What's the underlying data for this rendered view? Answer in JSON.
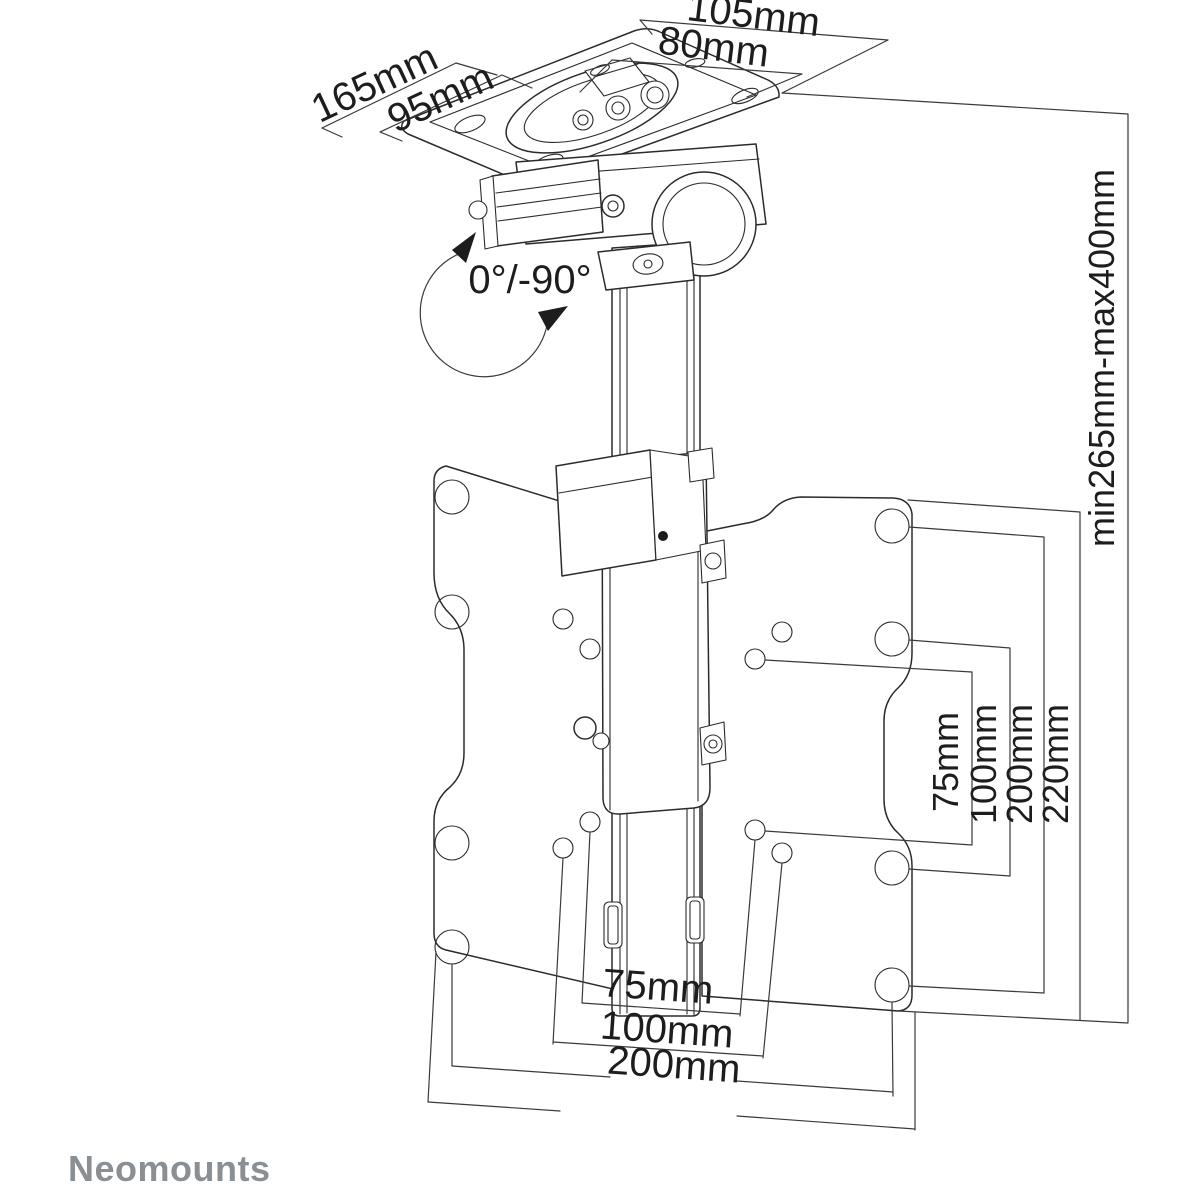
{
  "page": {
    "background": "#ffffff"
  },
  "brand": {
    "name": "Neomounts",
    "color": "#8a8f94"
  },
  "drawing": {
    "type": "technical-line-diagram",
    "subject": "ceiling TV mount with tilt joint, telescopic column and VESA adapter plates",
    "line_color": "#2b2b2b",
    "text_color": "#1d1d1d"
  },
  "dims": {
    "ceiling_plate": [
      {
        "label": "105mm"
      },
      {
        "label": "80mm"
      },
      {
        "label": "165mm"
      },
      {
        "label": "95mm"
      }
    ],
    "tilt_range": {
      "label": "0°/-90°"
    },
    "height_range": {
      "label": "min265mm-max400mm"
    },
    "vesa_vertical": [
      {
        "label": "75mm"
      },
      {
        "label": "100mm"
      },
      {
        "label": "200mm"
      },
      {
        "label": "220mm"
      }
    ],
    "vesa_horizontal": [
      {
        "label": "75mm"
      },
      {
        "label": "100mm"
      },
      {
        "label": "200mm"
      }
    ]
  }
}
